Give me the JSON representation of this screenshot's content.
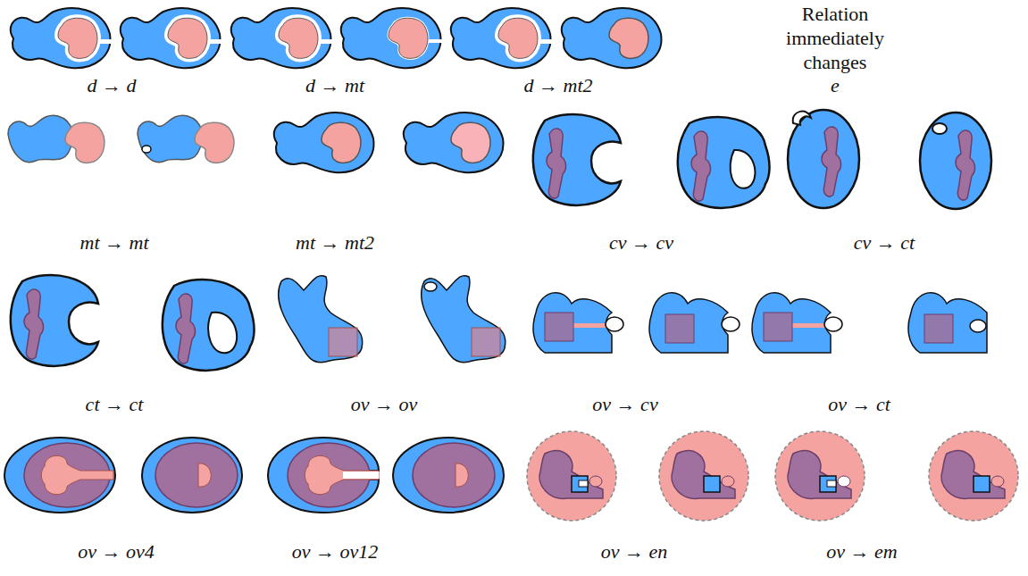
{
  "diagram": {
    "labels": [
      "d → d",
      "d → mt",
      "d → mt2",
      "Relation immediately changes",
      "e",
      "mt → mt",
      "mt → mt2",
      "cv → cv",
      "cv → ct",
      "ct → ct",
      "ov → ov",
      "ov → cv",
      "ov → ct",
      "ov → ov4",
      "ov → ov12",
      "ov → en",
      "ov → em"
    ]
  }
}
